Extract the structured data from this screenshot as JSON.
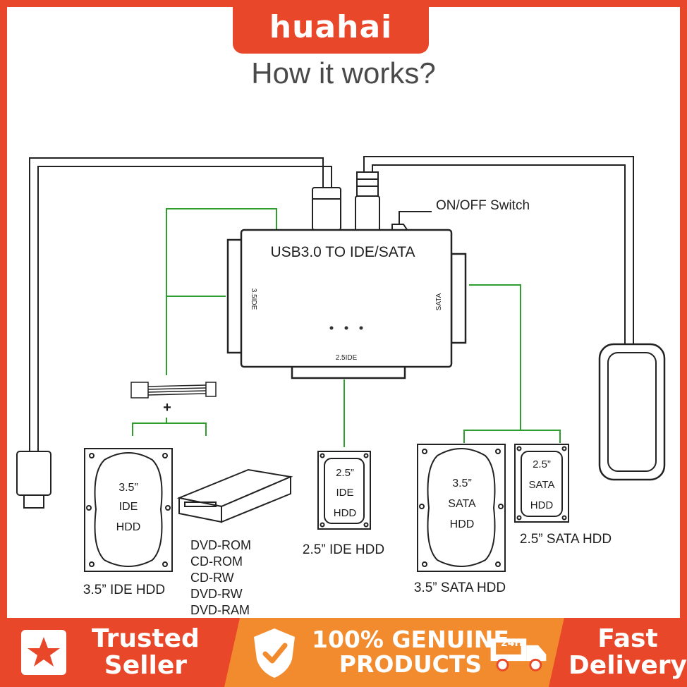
{
  "brand": "huahai",
  "title": "How it works?",
  "device": {
    "label": "USB3.0 TO IDE/SATA",
    "left_port": "3.5IDE",
    "right_port": "SATA",
    "bottom_port": "2.5IDE",
    "switch": "ON/OFF Switch"
  },
  "power_plus": "+",
  "drives": {
    "ide35": {
      "lines": [
        "3.5”",
        "IDE",
        "HDD"
      ],
      "caption": "3.5”  IDE HDD"
    },
    "optical": {
      "lines": [
        "DVD-ROM",
        "CD-ROM",
        "CD-RW",
        "DVD-RW",
        "DVD-RAM"
      ]
    },
    "ide25": {
      "lines": [
        "2.5”",
        "IDE",
        "HDD"
      ],
      "caption": "2.5”  IDE HDD"
    },
    "sata35": {
      "lines": [
        "3.5”",
        "SATA",
        "HDD"
      ],
      "caption": "3.5”  SATA HDD"
    },
    "sata25": {
      "lines": [
        "2.5”",
        "SATA",
        "HDD"
      ],
      "caption": "2.5”  SATA HDD"
    }
  },
  "footer": {
    "trusted": [
      "Trusted",
      "Seller"
    ],
    "genuine": [
      "100% GENUINE",
      "PRODUCTS"
    ],
    "badge_24h": "24H",
    "fast": [
      "Fast",
      "Delivery"
    ]
  },
  "colors": {
    "accent": "#e8472a",
    "orange": "#f28a2e",
    "connector": "#2e9e2e"
  }
}
